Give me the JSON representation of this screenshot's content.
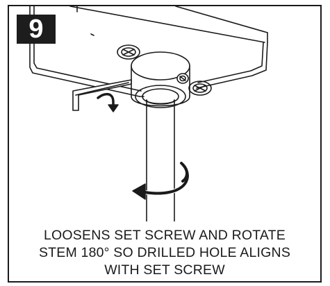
{
  "step": {
    "number": "9"
  },
  "illustration": {
    "icons": [
      "allen-key-icon",
      "rotate-arrow-icon",
      "stem-icon",
      "set-screw-collar-icon",
      "mounting-screw-icon"
    ],
    "colors": {
      "line": "#1a1a1a",
      "background": "#ffffff",
      "badge": "#1d1d1d"
    }
  },
  "caption": {
    "lines": [
      "LOOSENS SET SCREW AND ROTATE",
      "STEM 180° SO DRILLED HOLE ALIGNS",
      "WITH SET SCREW"
    ]
  }
}
